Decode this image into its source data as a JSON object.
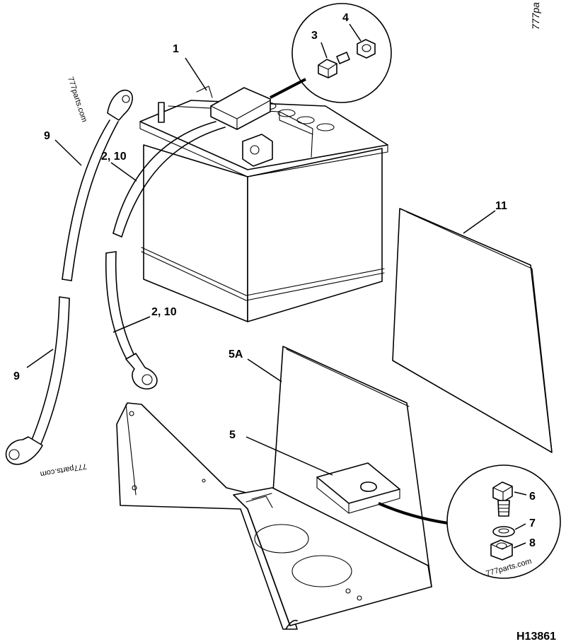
{
  "drawing_number": "H13861",
  "callouts": {
    "c1": "1",
    "c2_10_upper": "2, 10",
    "c2_10_lower": "2, 10",
    "c3": "3",
    "c4": "4",
    "c5": "5",
    "c5a": "5A",
    "c6": "6",
    "c7": "7",
    "c8": "8",
    "c9_upper": "9",
    "c9_lower": "9",
    "c11": "11"
  },
  "watermarks": {
    "w_cable_upper": "777parts.com",
    "w_cable_lower": "777parts.com",
    "w_top_right": "777pa",
    "w_detail": "777parts.com"
  }
}
